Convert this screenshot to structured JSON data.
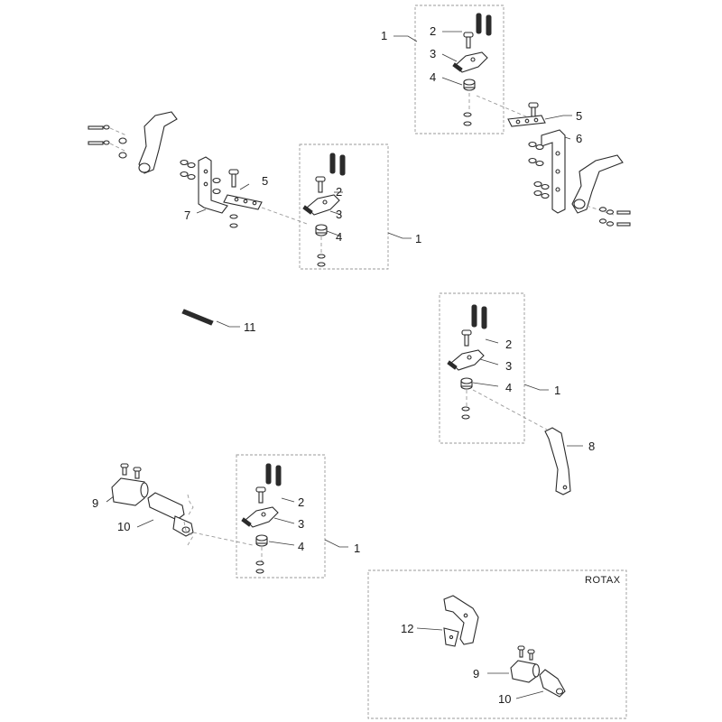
{
  "callouts": {
    "a1": "1",
    "a2": "2",
    "a3": "3",
    "a4": "4",
    "a5": "5",
    "a6": "6",
    "b2": "2",
    "b3": "3",
    "b4": "4",
    "b1": "1",
    "b5": "5",
    "b7": "7",
    "c11": "11",
    "d2": "2",
    "d3": "3",
    "d4": "4",
    "d1": "1",
    "d8": "8",
    "e9": "9",
    "e10": "10",
    "e2": "2",
    "e3": "3",
    "e4": "4",
    "e1": "1",
    "f12": "12",
    "f9": "9",
    "f10": "10"
  },
  "rotax_label": "ROTAX",
  "colors": {
    "ink": "#2b2b2b",
    "dashed_frame": "#9a9a9a",
    "background": "#ffffff"
  }
}
